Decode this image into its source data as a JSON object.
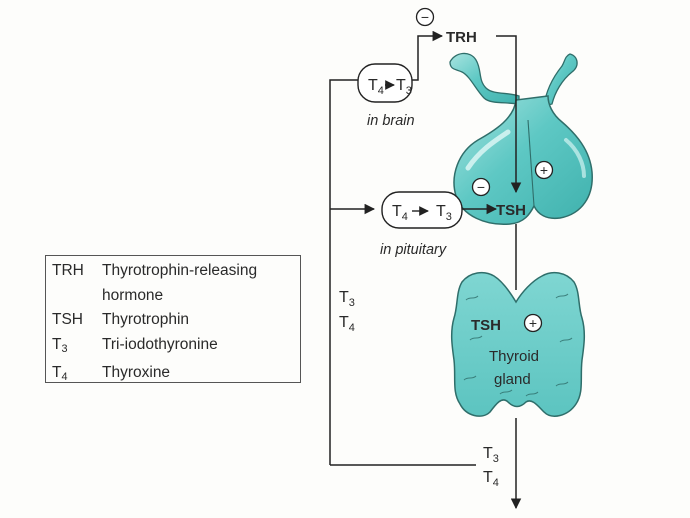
{
  "labels": {
    "trh": "TRH",
    "tsh_pituitary": "TSH",
    "tsh_thyroid": "TSH",
    "in_brain": "in brain",
    "in_pituitary": "in pituitary",
    "thyroid_gland_line1": "Thyroid",
    "thyroid_gland_line2": "gland",
    "minus": "−",
    "plus": "+",
    "conv_brain_t4": "T",
    "conv_brain_t4_sub": "4",
    "conv_brain_t3": "T",
    "conv_brain_t3_sub": "3",
    "conv_pit_t4": "T",
    "conv_pit_t4_sub": "4",
    "conv_pit_t3": "T",
    "conv_pit_t3_sub": "3",
    "left_t3": "T",
    "left_t3_sub": "3",
    "left_t4": "T",
    "left_t4_sub": "4",
    "bottom_t3": "T",
    "bottom_t3_sub": "3",
    "bottom_t4": "T",
    "bottom_t4_sub": "4"
  },
  "legend": {
    "rows": [
      {
        "abbr": "TRH",
        "abbr_sub": "",
        "def": "Thyrotrophin-releasing"
      },
      {
        "abbr": "",
        "abbr_sub": "",
        "def": "hormone"
      },
      {
        "abbr": "TSH",
        "abbr_sub": "",
        "def": "Thyrotrophin"
      },
      {
        "abbr": "T",
        "abbr_sub": "3",
        "def": "Tri-iodothyronine"
      },
      {
        "abbr": "T",
        "abbr_sub": "4",
        "def": "Thyroxine"
      }
    ]
  },
  "colors": {
    "gland_fill": "#5ec8c4",
    "gland_light": "#a8e4e0",
    "gland_outline": "#2f6e6a",
    "line": "#222222",
    "background": "#fdfdfb"
  }
}
